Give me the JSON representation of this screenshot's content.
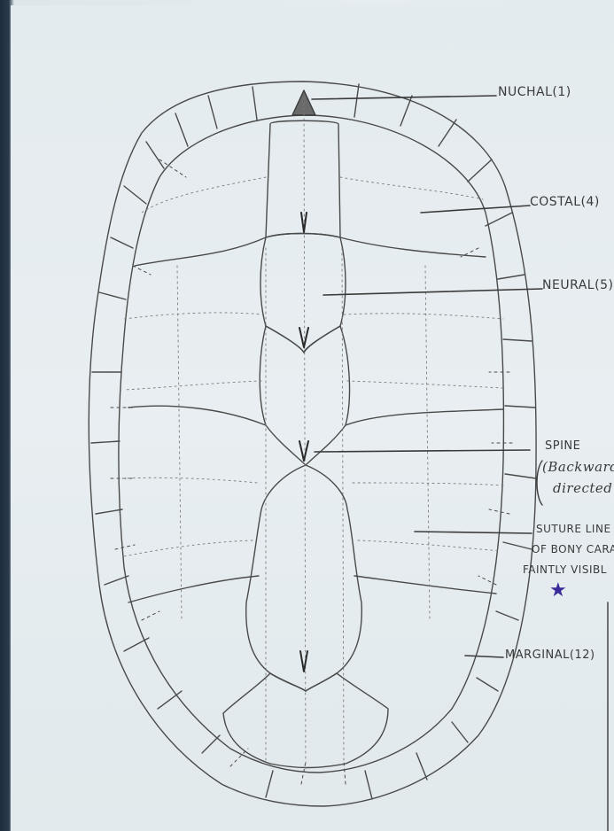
{
  "labels": {
    "nuchal": "NUCHAL(1)",
    "costal": "COSTAL(4)",
    "neural": "NEURAL(5)",
    "spine": "SPINE",
    "spine_note_1": "(Backwardly",
    "spine_note_2": "directed",
    "suture_1": "SUTURE LINE",
    "suture_2": "OF BONY CARA",
    "suture_3": "FAINTLY VISIBL",
    "marginal": "MARGINAL(12)"
  },
  "marks": {
    "star": "★"
  },
  "colors": {
    "pencil": "#4a4a4a",
    "paper": "#e6edf0",
    "star": "#3b2a9a"
  }
}
